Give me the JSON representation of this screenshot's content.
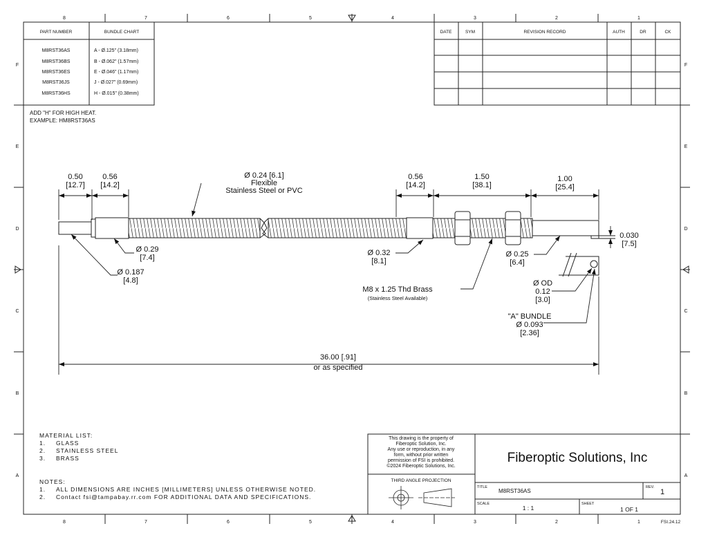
{
  "border": {
    "columns": [
      "8",
      "7",
      "6",
      "5",
      "4",
      "3",
      "2",
      "1"
    ],
    "rows": [
      "F",
      "E",
      "D",
      "C",
      "B",
      "A"
    ]
  },
  "part_table": {
    "headers": [
      "PART NUMBER",
      "BUNDLE CHART"
    ],
    "rows": [
      [
        "M8RST36AS",
        "A - Ø.125\" (3.18mm)"
      ],
      [
        "M8RST36BS",
        "B - Ø.062\" (1.57mm)"
      ],
      [
        "M8RST36ES",
        "E - Ø.046\" (1.17mm)"
      ],
      [
        "M8RST36JS",
        "J - Ø.027\" (0.69mm)"
      ],
      [
        "M8RST36HS",
        "H - Ø.015\" (0.38mm)"
      ]
    ]
  },
  "high_heat_note": [
    "ADD \"H\" FOR HIGH HEAT.",
    "EXAMPLE: HM8RST36AS"
  ],
  "revision_table": {
    "headers": [
      "DATE",
      "SYM",
      "REVISION RECORD",
      "AUTH",
      "DR",
      "CK"
    ]
  },
  "dims": {
    "d050": [
      "0.50",
      "[12.7]"
    ],
    "d056a": [
      "0.56",
      "[14.2]"
    ],
    "flex": [
      "Ø 0.24 [6.1]",
      "Flexible",
      "Stainless Steel or PVC"
    ],
    "d056b": [
      "0.56",
      "[14.2]"
    ],
    "d150": [
      "1.50",
      "[38.1]"
    ],
    "d100": [
      "1.00",
      "[25.4]"
    ],
    "d030": [
      "0.030",
      "[7.5]"
    ],
    "d029": [
      "Ø 0.29",
      "[7.4]"
    ],
    "d0187": [
      "Ø 0.187",
      "[4.8]"
    ],
    "d032": [
      "Ø 0.32",
      "[8.1]"
    ],
    "d025": [
      "Ø 0.25",
      "[6.4]"
    ],
    "thread": [
      "M8 x 1.25 Thd Brass",
      "(Stainless Steel Available)"
    ],
    "od": [
      "Ø OD",
      "0.12",
      "[3.0]"
    ],
    "bundle": [
      "\"A\" BUNDLE",
      "Ø 0.093",
      "[2.36]"
    ],
    "overall": [
      "36.00 [.91]",
      "or as specified"
    ]
  },
  "material_list": {
    "heading": "MATERIAL LIST:",
    "items": [
      [
        "1.",
        "GLASS"
      ],
      [
        "2.",
        "STAINLESS STEEL"
      ],
      [
        "3.",
        "BRASS"
      ]
    ]
  },
  "notes": {
    "heading": "NOTES:",
    "items": [
      [
        "1.",
        "ALL DIMENSIONS ARE INCHES [MILLIMETERS] UNLESS OTHERWISE NOTED."
      ],
      [
        "2.",
        "Contact fsi@tampabay.rr.com FOR ADDITIONAL DATA AND SPECIFICATIONS."
      ]
    ]
  },
  "title_block": {
    "property_notice": [
      "This drawing is the property of",
      "Fiberoptic Solution, Inc.",
      "Any use or reproduction, in any",
      "form, without prior written",
      "permission of FSI is prohibited.",
      "©2024 Fiberoptic Solutions, Inc."
    ],
    "projection": "THIRD ANGLE PROJECTION",
    "company": "Fiberoptic Solutions, Inc",
    "title_label": "TITLE",
    "title_value": "M8RST36AS",
    "rev_label": "REV.",
    "rev_value": "1",
    "scale_label": "SCALE",
    "scale_value": "1 : 1",
    "sheet_label": "SHEET",
    "sheet_value": "1 OF 1",
    "form_id": "FSI.24.12"
  }
}
